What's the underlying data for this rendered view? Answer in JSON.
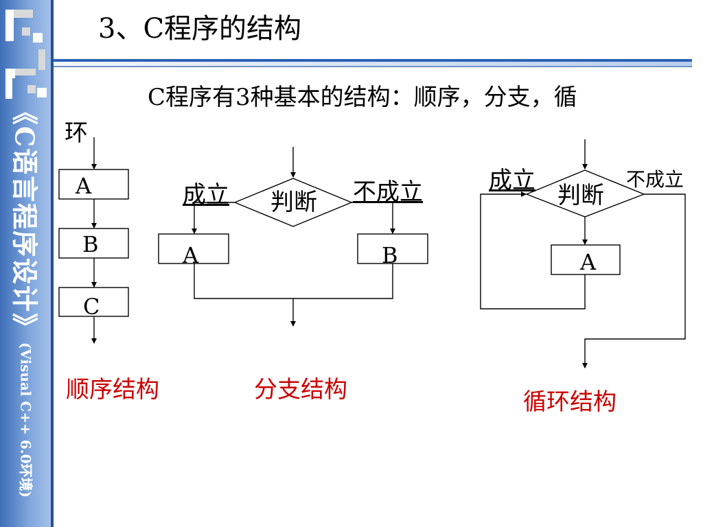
{
  "slide": {
    "title": "3、C程序的结构",
    "sidebar_title": "《C语言程序设计》",
    "sidebar_subtitle": "(Visual C++ 6.0环境)",
    "intro_line1": "C程序有3种基本的结构：顺序，分支，循",
    "intro_line2": "环"
  },
  "sequence": {
    "box_a": "A",
    "box_b": "B",
    "box_c": "C",
    "caption": "顺序结构"
  },
  "branch": {
    "yes_label": "成立",
    "no_label": "不成立",
    "decision": "判断",
    "box_a": "A",
    "box_b": "B",
    "caption": "分支结构"
  },
  "loop": {
    "yes_label": "成立",
    "no_label": "不成立",
    "decision": "判断",
    "box_a": "A",
    "caption": "循环结构"
  },
  "colors": {
    "sidebar": "#5a86c8",
    "caption": "#cc0000",
    "rule": "#2b62b5"
  }
}
